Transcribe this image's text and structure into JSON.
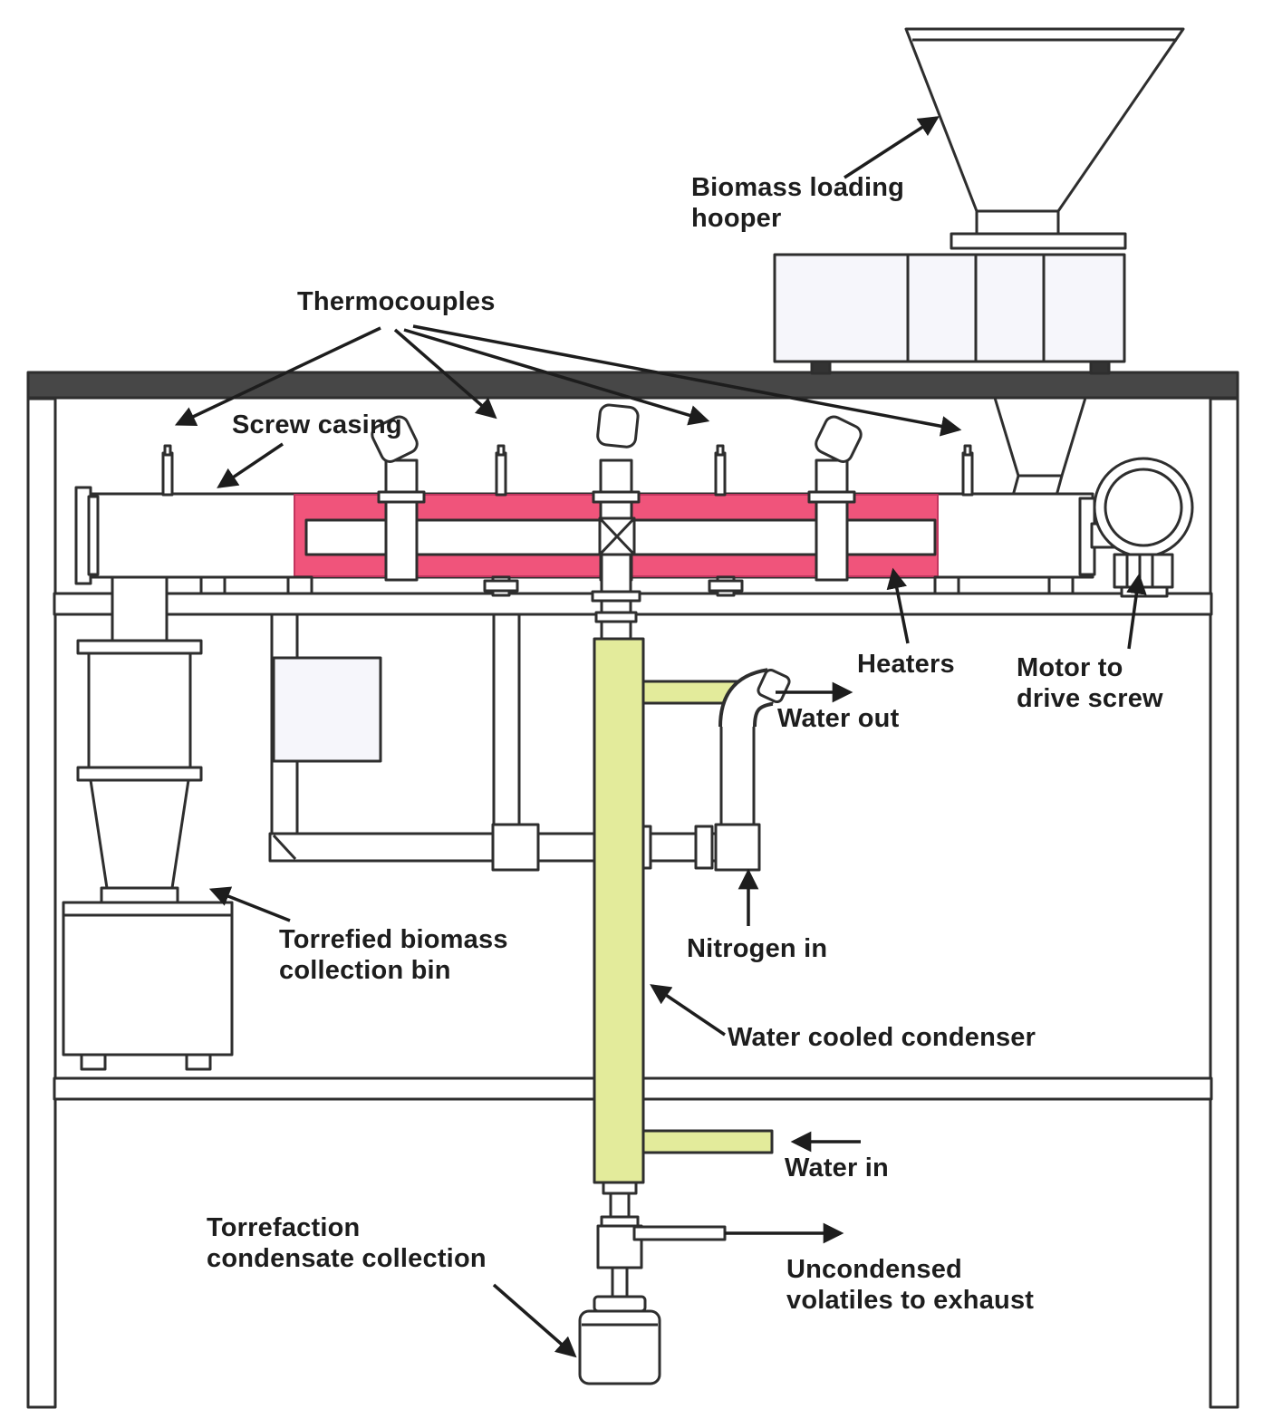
{
  "figure": {
    "kind": "torrefaction-screw-reactor-schematic"
  },
  "colors": {
    "heater_pink": "#f0547b",
    "water_yellow": "#e3eb9b",
    "line_dark": "#2e2e2e",
    "rail_dark": "#474747",
    "panel_light": "#f6f6fb"
  },
  "labels": {
    "biomass_hopper": {
      "line1": "Biomass loading",
      "line2": "hooper"
    },
    "thermocouples": {
      "text": "Thermocouples"
    },
    "screw_casing": {
      "text": "Screw casing"
    },
    "heaters": {
      "text": "Heaters"
    },
    "motor": {
      "line1": "Motor to",
      "line2": "drive screw"
    },
    "water_out": {
      "text": "Water out"
    },
    "torrefied_bin": {
      "line1": "Torrefied biomass",
      "line2": "collection bin"
    },
    "nitrogen_in": {
      "text": "Nitrogen in"
    },
    "water_cooled_condenser": {
      "text": "Water cooled condenser"
    },
    "water_in": {
      "text": "Water in"
    },
    "condensate_collection": {
      "line1": "Torrefaction",
      "line2": "condensate collection"
    },
    "uncondensed_exhaust": {
      "line1": "Uncondensed",
      "line2": "volatiles to exhaust"
    }
  }
}
